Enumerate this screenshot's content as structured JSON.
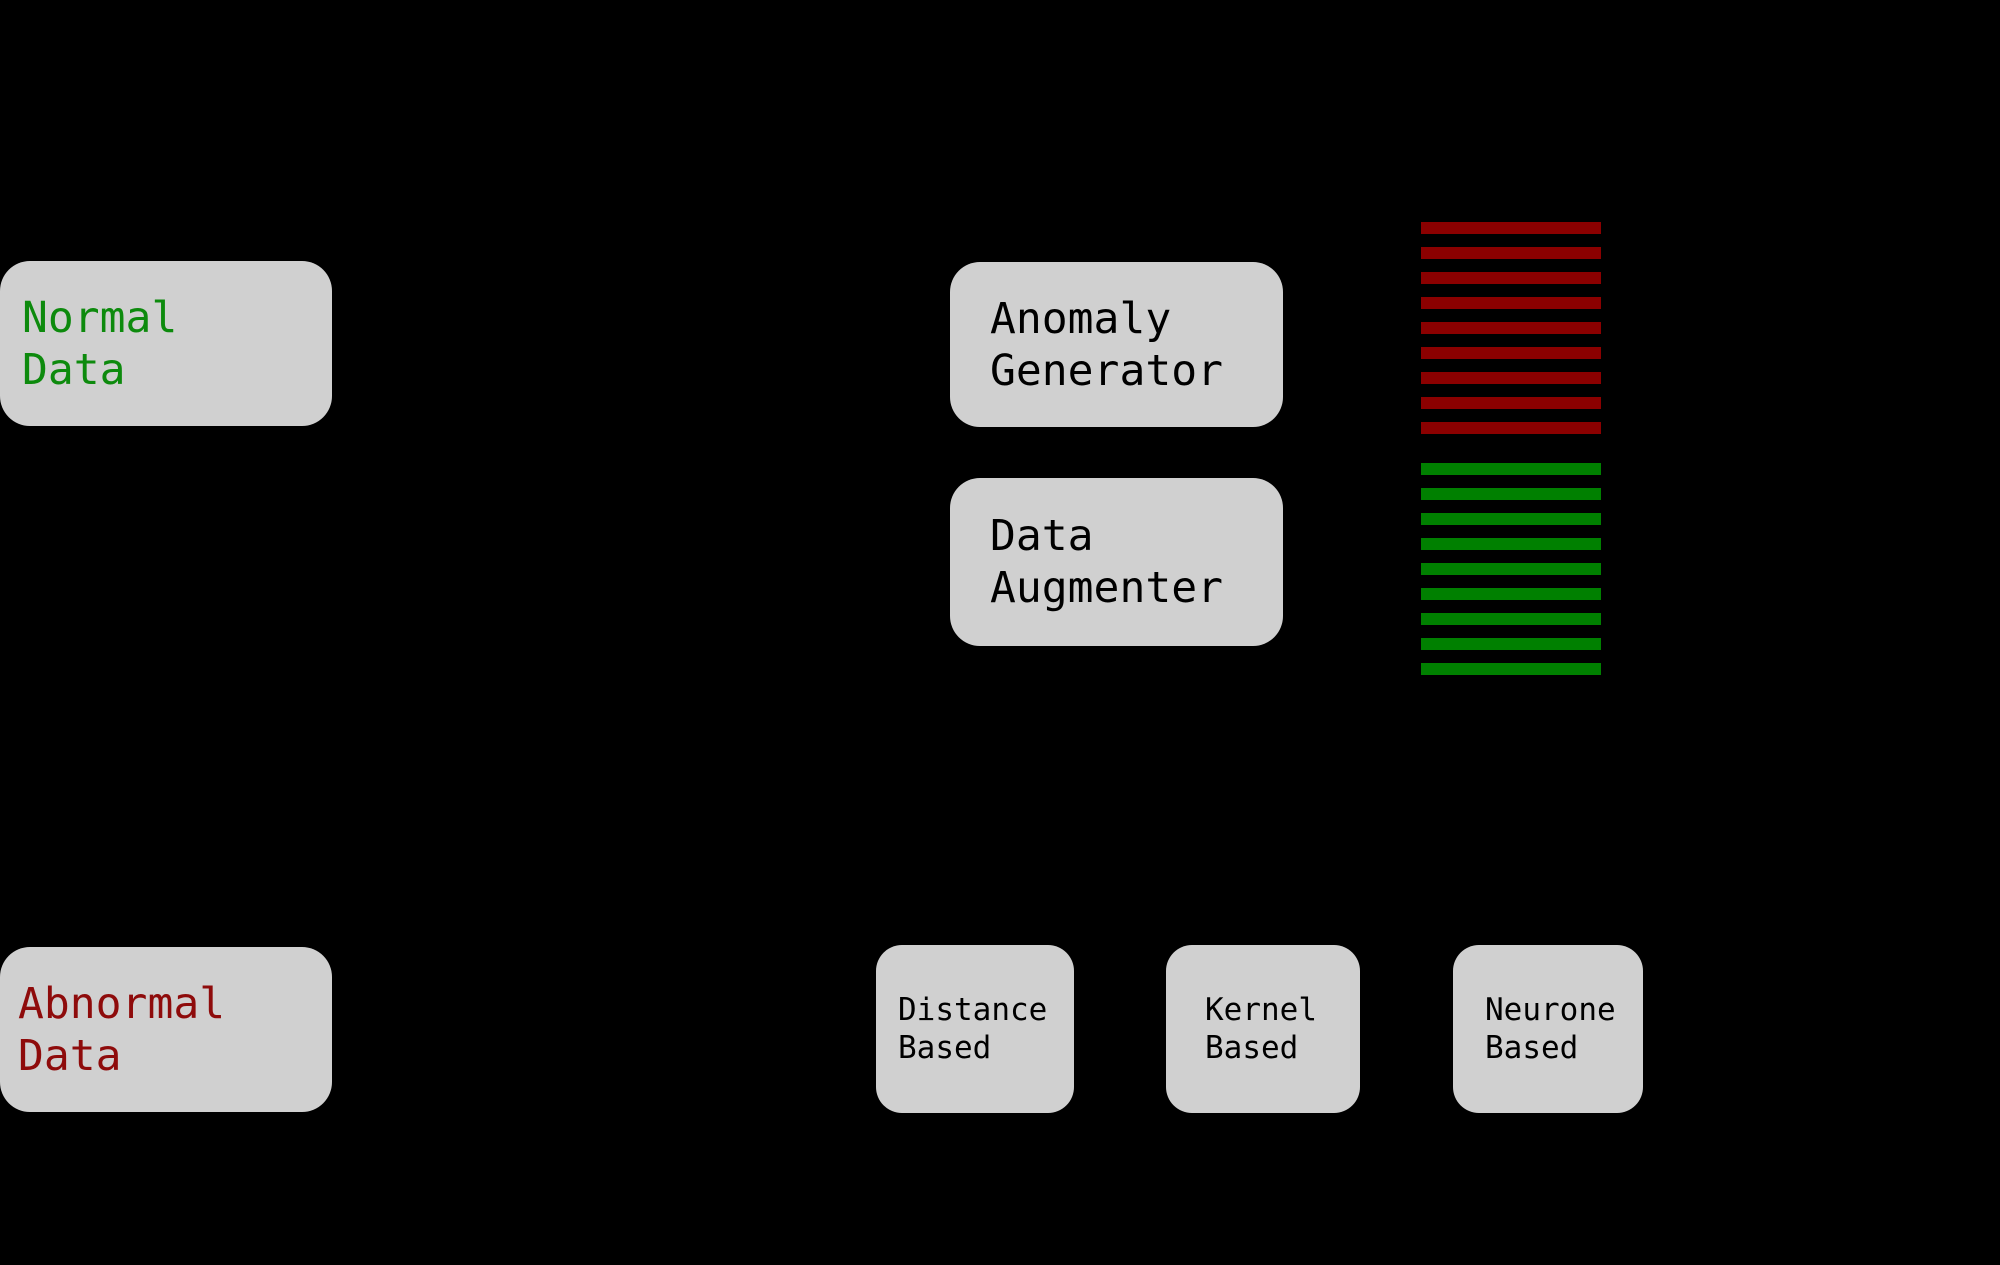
{
  "diagram": {
    "background_color": "#000000",
    "box_fill_color": "#d0d0d0",
    "nodes": {
      "normal_data": {
        "line1": "Normal",
        "line2": "Data",
        "text_color": "#0d8a0d"
      },
      "abnormal_data": {
        "line1": "Abnormal",
        "line2": "Data",
        "text_color": "#8e0b0b"
      },
      "anomaly_generator": {
        "line1": "Anomaly",
        "line2": "Generator",
        "text_color": "#000000"
      },
      "data_augmenter": {
        "line1": "Data",
        "line2": "Augmenter",
        "text_color": "#000000"
      },
      "distance_based": {
        "line1": "Distance",
        "line2": "Based",
        "text_color": "#000000"
      },
      "kernel_based": {
        "line1": "Kernel",
        "line2": "Based",
        "text_color": "#000000"
      },
      "neurone_based": {
        "line1": "Neurone",
        "line2": "Based",
        "text_color": "#000000"
      }
    },
    "stripes": {
      "red": {
        "count": 9,
        "color": "#8b0000",
        "meaning": "generated abnormal data rows"
      },
      "green": {
        "count": 9,
        "color": "#008000",
        "meaning": "augmented normal data rows"
      }
    }
  }
}
